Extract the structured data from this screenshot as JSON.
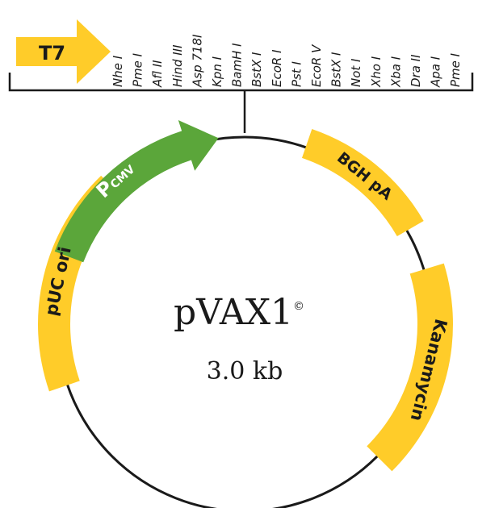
{
  "plasmid": {
    "name": "pVAX1",
    "mark": "©",
    "size": "3.0 kb"
  },
  "promoter_tag": "T7",
  "restriction_sites": [
    "Nhe I",
    "Pme I",
    "Afl II",
    "Hind III",
    "Asp 718I",
    "Kpn I",
    "BamH I",
    "BstX I",
    "EcoR I",
    "Pst I",
    "EcoR V",
    "BstX I",
    "Not I",
    "Xho I",
    "Xba I",
    "Dra II",
    "Apa I",
    "Pme I"
  ],
  "features": {
    "promoter": {
      "main": "P",
      "sub": "CMV"
    },
    "polya": "BGH pA",
    "resistance": "Kanamycin",
    "origin": "pUC ori"
  },
  "colors": {
    "feature_yellow": "#FFCC29",
    "promoter_green": "#5BA63A",
    "line": "#1a1a1a"
  }
}
